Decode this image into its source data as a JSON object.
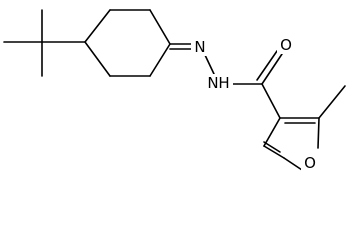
{
  "diagram": {
    "atoms": {
      "n_imine": "N",
      "n_amide": "N",
      "h_amide": "H",
      "o_carbonyl": "O",
      "o_furan": "O"
    }
  }
}
